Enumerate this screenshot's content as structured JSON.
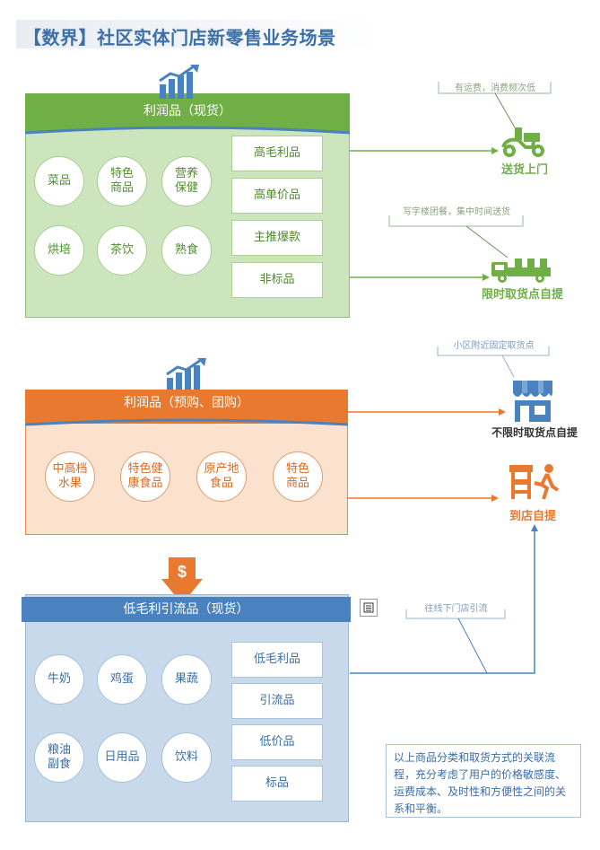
{
  "title": "【数界】社区实体门店新零售业务场景",
  "colors": {
    "green": "#6faf45",
    "orange": "#e8792f",
    "blue": "#4a82bf"
  },
  "section_profit_spot": {
    "banner": "利润品（现货）",
    "circles": [
      "菜品",
      "特色\n商品",
      "营养\n保健",
      "烘培",
      "茶饮",
      "熟食"
    ],
    "boxes": [
      "高毛利品",
      "高单价品",
      "主推爆款",
      "非标品"
    ]
  },
  "section_profit_presale": {
    "banner": "利润品（预购、团购）",
    "circles": [
      "中高档\n水果",
      "特色健\n康食品",
      "原产地\n食品",
      "特色\n商品"
    ]
  },
  "section_traffic_spot": {
    "banner": "低毛利引流品（现货）",
    "circles": [
      "牛奶",
      "鸡蛋",
      "果蔬",
      "粮油\n副食",
      "日用品",
      "饮料"
    ],
    "boxes": [
      "低毛利品",
      "引流品",
      "低价品",
      "标品"
    ]
  },
  "destinations": {
    "door_delivery": "送货上门",
    "timed_pickup": "限时取货点自提",
    "unlimited_pickup": "不限时取货点自提",
    "store_pickup": "到店自提"
  },
  "notes": {
    "door_delivery": "有运费，消费频次低",
    "timed_pickup": "写字楼团餐，集中时间送货",
    "unlimited_pickup": "小区附近固定取货点",
    "store_pickup": "往线下门店引流"
  },
  "icons": [
    "growth-chart-icon",
    "dollar-down-arrow-icon",
    "scooter-icon",
    "truck-icon",
    "store-icon",
    "walking-shopper-icon",
    "crop-frame-icon"
  ],
  "summary": "以上商品分类和取货方式的关联流程，充分考虑了用户的价格敏感度、运费成本、及时性和方便性之间的关系和平衡。"
}
